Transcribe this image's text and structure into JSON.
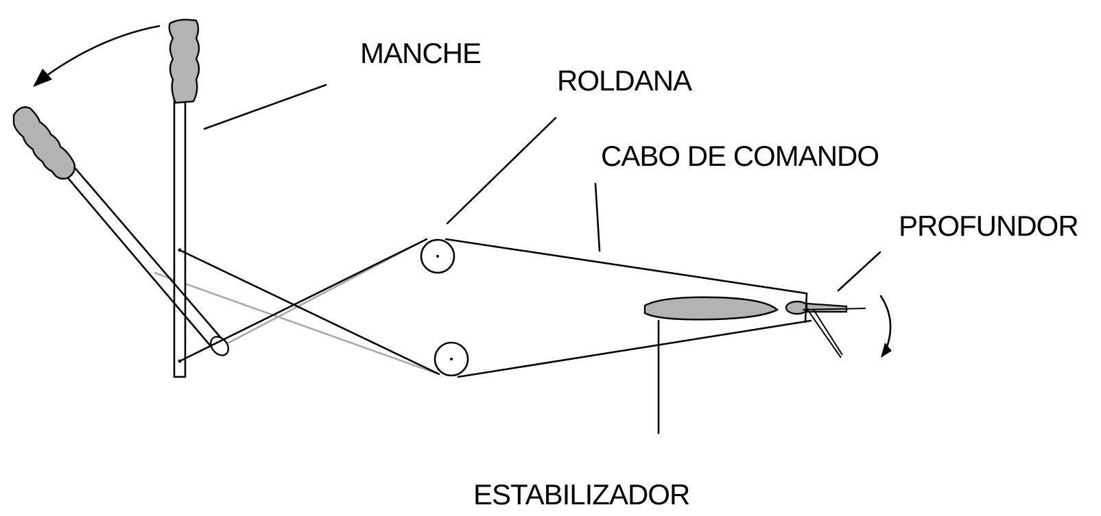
{
  "labels": {
    "manche": "MANCHE",
    "roldana": "ROLDANA",
    "cabo_de_comando": "CABO DE COMANDO",
    "profundor": "PROFUNDOR",
    "estabilizador": "ESTABILIZADOR"
  },
  "colors": {
    "line": "#000000",
    "grip_fill": "#b3b3b3",
    "ghost_cable": "#a9a9a9",
    "background": "#ffffff"
  }
}
